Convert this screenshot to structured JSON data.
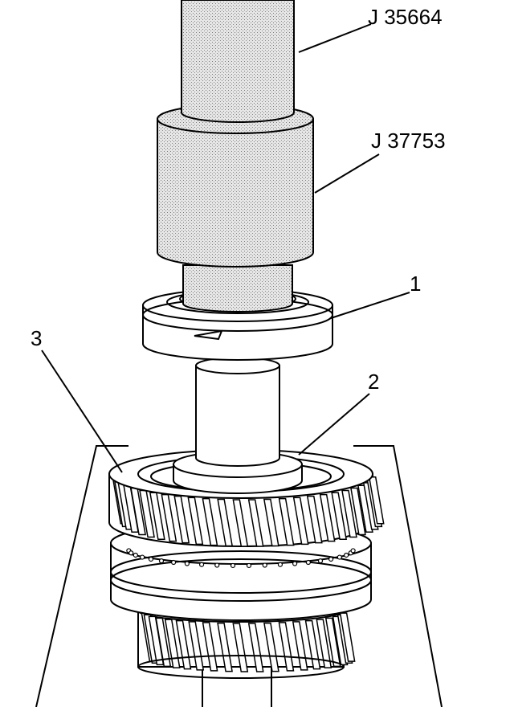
{
  "labels": {
    "tool_top": "J 35664",
    "tool_mid": "J 37753",
    "callout_1": "1",
    "callout_2": "2",
    "callout_3": "3"
  },
  "colors": {
    "line": "#000000",
    "shade": "#d9d9d9",
    "background": "#ffffff"
  }
}
